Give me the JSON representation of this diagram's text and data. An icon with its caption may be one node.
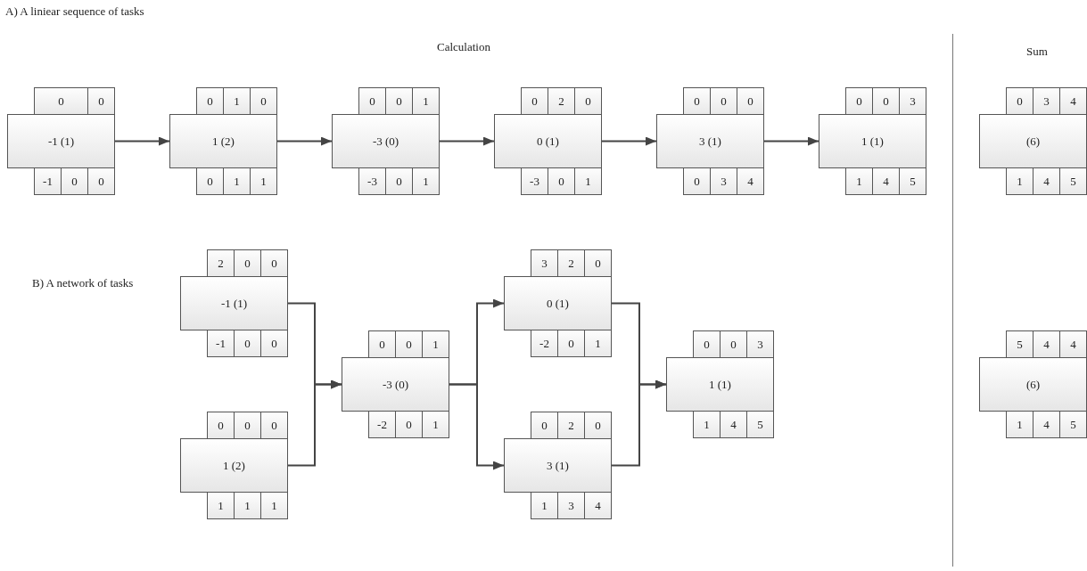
{
  "diagram": {
    "nodes": [
      {
        "text": [
          "0"
        ]
      },
      {
        "text": [
          "0"
        ]
      },
      {
        "text": [
          "-1 (1)"
        ]
      },
      {
        "text": [
          "-1"
        ]
      },
      {
        "text": [
          "0"
        ]
      },
      {
        "text": [
          "0"
        ]
      },
      {
        "text": [
          "0"
        ]
      },
      {
        "text": [
          "1"
        ]
      },
      {
        "text": [
          "0"
        ]
      },
      {
        "text": [
          "1 (2)"
        ]
      },
      {
        "text": [
          "0"
        ]
      },
      {
        "text": [
          "1"
        ]
      },
      {
        "text": [
          "1"
        ]
      },
      {
        "text": [
          "0"
        ]
      },
      {
        "text": [
          "0"
        ]
      },
      {
        "text": [
          "1"
        ]
      },
      {
        "text": [
          "-3 (0)"
        ]
      },
      {
        "text": [
          "-3"
        ]
      },
      {
        "text": [
          "0"
        ]
      },
      {
        "text": [
          "1"
        ]
      },
      {
        "text": [
          "0"
        ]
      },
      {
        "text": [
          "2"
        ]
      },
      {
        "text": [
          "0"
        ]
      },
      {
        "text": [
          "0 (1)"
        ]
      },
      {
        "text": [
          "-3"
        ]
      },
      {
        "text": [
          "0"
        ]
      },
      {
        "text": [
          "1"
        ]
      },
      {
        "text": [
          "0"
        ]
      },
      {
        "text": [
          "0"
        ]
      },
      {
        "text": [
          "0"
        ]
      },
      {
        "text": [
          "3 (1)"
        ]
      },
      {
        "text": [
          "0"
        ]
      },
      {
        "text": [
          "3"
        ]
      },
      {
        "text": [
          "4"
        ]
      },
      {
        "text": [
          "0"
        ]
      },
      {
        "text": [
          "0"
        ]
      },
      {
        "text": [
          "3"
        ]
      },
      {
        "text": [
          "1 (1)"
        ]
      },
      {
        "text": [
          "1"
        ]
      },
      {
        "text": [
          "4"
        ]
      },
      {
        "text": [
          "5"
        ]
      },
      {
        "text": [
          "0"
        ]
      },
      {
        "text": [
          "3"
        ]
      },
      {
        "text": [
          "4"
        ]
      },
      {
        "text": [
          "(6)"
        ]
      },
      {
        "text": [
          "1"
        ]
      },
      {
        "text": [
          "4"
        ]
      },
      {
        "text": [
          "5"
        ]
      },
      {
        "text": [
          "2"
        ]
      },
      {
        "text": [
          "0"
        ]
      },
      {
        "text": [
          "0"
        ]
      },
      {
        "text": [
          "-1 (1)"
        ]
      },
      {
        "text": [
          "-1"
        ]
      },
      {
        "text": [
          "0"
        ]
      },
      {
        "text": [
          "0"
        ]
      },
      {
        "text": [
          "0"
        ]
      },
      {
        "text": [
          "0"
        ]
      },
      {
        "text": [
          "0"
        ]
      },
      {
        "text": [
          "1 (2)"
        ]
      },
      {
        "text": [
          "1"
        ]
      },
      {
        "text": [
          "1"
        ]
      },
      {
        "text": [
          "1"
        ]
      },
      {
        "text": [
          "0"
        ]
      },
      {
        "text": [
          "0"
        ]
      },
      {
        "text": [
          "1"
        ]
      },
      {
        "text": [
          "-3 (0)"
        ]
      },
      {
        "text": [
          "-2"
        ]
      },
      {
        "text": [
          "0"
        ]
      },
      {
        "text": [
          "1"
        ]
      },
      {
        "text": [
          "3"
        ]
      },
      {
        "text": [
          "2"
        ]
      },
      {
        "text": [
          "0"
        ]
      },
      {
        "text": [
          "0 (1)"
        ]
      },
      {
        "text": [
          "-2"
        ]
      },
      {
        "text": [
          "0"
        ]
      },
      {
        "text": [
          "1"
        ]
      },
      {
        "text": [
          "0"
        ]
      },
      {
        "text": [
          "2"
        ]
      },
      {
        "text": [
          "0"
        ]
      },
      {
        "text": [
          "3 (1)"
        ]
      },
      {
        "text": [
          "1"
        ]
      },
      {
        "text": [
          "3"
        ]
      },
      {
        "text": [
          "4"
        ]
      },
      {
        "text": [
          "0"
        ]
      },
      {
        "text": [
          "0"
        ]
      },
      {
        "text": [
          "3"
        ]
      },
      {
        "text": [
          "1 (1)"
        ]
      },
      {
        "text": [
          "1"
        ]
      },
      {
        "text": [
          "4"
        ]
      },
      {
        "text": [
          "5"
        ]
      },
      {
        "text": [
          "5"
        ]
      },
      {
        "text": [
          "4"
        ]
      },
      {
        "text": [
          "4"
        ]
      },
      {
        "text": [
          "(6)"
        ]
      },
      {
        "text": [
          "1"
        ]
      },
      {
        "text": [
          "4"
        ]
      },
      {
        "text": [
          "5"
        ]
      }
    ],
    "edges": [
      {
        "from": 2,
        "to": 9,
        "arrow": "to"
      },
      {
        "from": 9,
        "to": 16,
        "arrow": "to"
      },
      {
        "from": 16,
        "to": 23,
        "arrow": "to"
      },
      {
        "from": 23,
        "to": 30,
        "arrow": "to"
      },
      {
        "from": 30,
        "to": 37,
        "arrow": "to"
      },
      {
        "from": 51,
        "to": 65,
        "arrow": "to"
      },
      {
        "from": 58,
        "to": 65,
        "arrow": "to"
      },
      {
        "from": 65,
        "to": 72,
        "arrow": "to"
      },
      {
        "from": 65,
        "to": 79,
        "arrow": "to"
      },
      {
        "from": 72,
        "to": 86,
        "arrow": "to"
      },
      {
        "from": 79,
        "to": 86,
        "arrow": "to"
      }
    ],
    "labels": [
      "A) A liniear sequence of tasks",
      "Calculation",
      "Sum",
      "B) A network of tasks"
    ]
  }
}
